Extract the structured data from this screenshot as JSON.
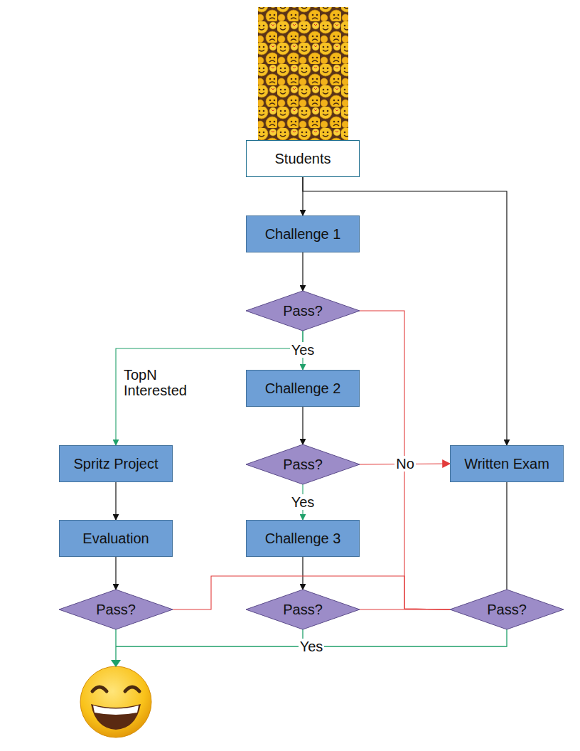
{
  "diagram": {
    "nodes": [
      {
        "text": [
          "Students"
        ]
      },
      {
        "text": [
          "Challenge 1"
        ]
      },
      {
        "text": [
          "Pass?"
        ]
      },
      {
        "text": [
          "Challenge 2"
        ]
      },
      {
        "text": [
          "Spritz Project"
        ]
      },
      {
        "text": [
          "Pass?"
        ]
      },
      {
        "text": [
          "Written Exam"
        ]
      },
      {
        "text": [
          "Evaluation"
        ]
      },
      {
        "text": [
          "Challenge 3"
        ]
      },
      {
        "text": [
          "Pass?"
        ]
      },
      {
        "text": [
          "Pass?"
        ]
      },
      {
        "text": [
          "Pass?"
        ]
      }
    ],
    "edges": [
      {
        "from": 0,
        "to": 1,
        "arrow": "to"
      },
      {
        "from": 0,
        "to": 6,
        "arrow": "to"
      },
      {
        "from": 1,
        "to": 2,
        "arrow": "to"
      },
      {
        "from": 2,
        "to": 3,
        "label": "Yes",
        "arrow": "to"
      },
      {
        "from": 2,
        "to": 4,
        "label": "TopN Interested",
        "arrow": "to"
      },
      {
        "from": 3,
        "to": 5,
        "arrow": "to"
      },
      {
        "from": 5,
        "to": 6,
        "label": "No",
        "arrow": "to"
      },
      {
        "from": 5,
        "to": 8,
        "label": "Yes",
        "arrow": "to"
      },
      {
        "from": 4,
        "to": 7,
        "arrow": "to"
      },
      {
        "from": 7,
        "to": 9,
        "arrow": "to"
      },
      {
        "from": 8,
        "to": 10,
        "arrow": "to"
      },
      {
        "from": 6,
        "to": 11,
        "arrow": "none"
      },
      {
        "from": 2,
        "to": 11,
        "arrow": "none"
      },
      {
        "from": 9,
        "to": 11,
        "arrow": "none"
      },
      {
        "from": 10,
        "to": 11,
        "arrow": "none"
      }
    ],
    "labels": [
      "Yes"
    ]
  }
}
